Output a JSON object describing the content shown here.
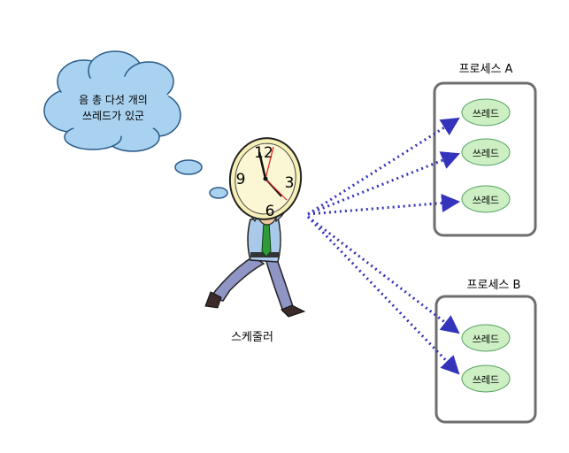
{
  "thought": {
    "line1": "음 총 다섯 개의",
    "line2": "쓰레드가 있군"
  },
  "scheduler": {
    "label": "스케줄러",
    "clock_numerals": [
      "12",
      "3",
      "6",
      "9"
    ]
  },
  "process_a": {
    "title": "프로세스 A",
    "threads": [
      "쓰레드",
      "쓰레드",
      "쓰레드"
    ]
  },
  "process_b": {
    "title": "프로세스 B",
    "threads": [
      "쓰레드",
      "쓰레드"
    ]
  },
  "colors": {
    "cloud": "#a9d2f0",
    "arrow": "#3333bb",
    "thread_fill": "#ccf0c4",
    "thread_stroke": "#55a060",
    "box_stroke": "#6e6e6e"
  }
}
